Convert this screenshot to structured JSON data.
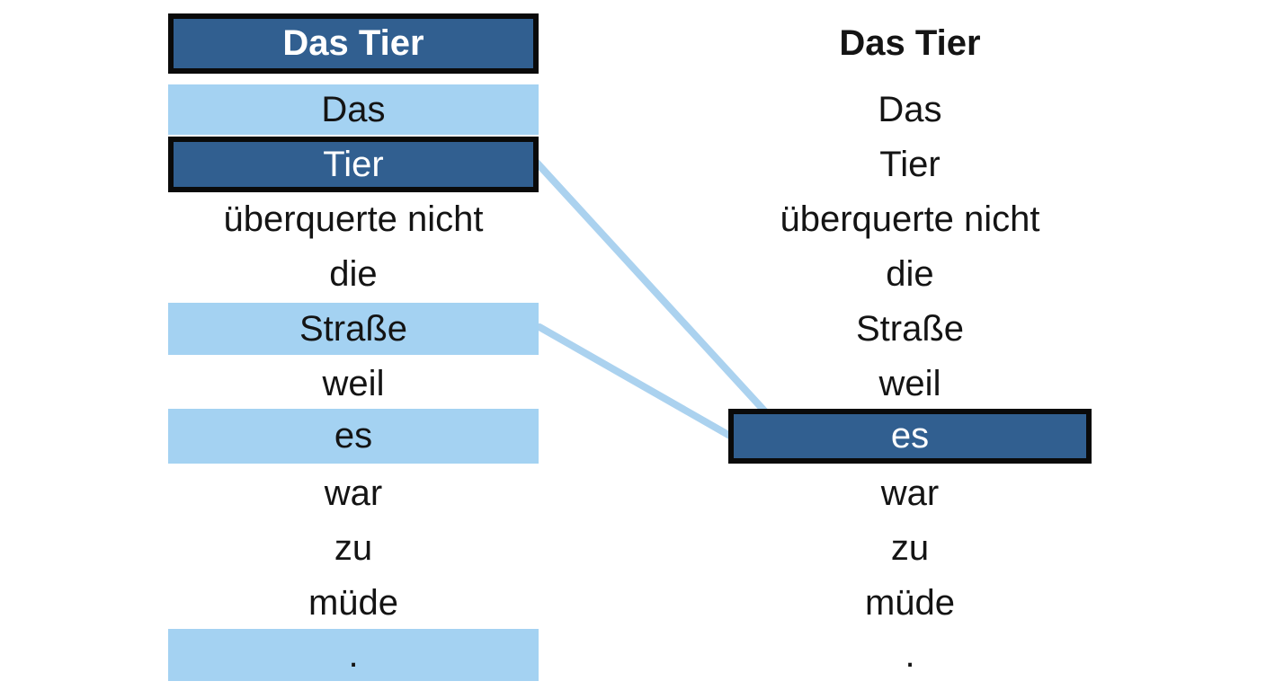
{
  "theme": {
    "background": "#ffffff",
    "dark_blue": "#315f90",
    "light_blue": "#a4d2f2",
    "line_blue": "#abd2ef",
    "box_border": "#0a0a0a",
    "text_dark": "#141414",
    "text_light": "#ffffff"
  },
  "left_column": {
    "header": {
      "text": "Das Tier",
      "highlight": "dark"
    },
    "tokens": [
      {
        "text": "Das",
        "highlight": "light"
      },
      {
        "text": "Tier",
        "highlight": "dark"
      },
      {
        "text": "überquerte nicht",
        "highlight": "none"
      },
      {
        "text": "die",
        "highlight": "none"
      },
      {
        "text": "Straße",
        "highlight": "light"
      },
      {
        "text": "weil",
        "highlight": "none"
      },
      {
        "text": "es",
        "highlight": "light"
      },
      {
        "text": "war",
        "highlight": "none"
      },
      {
        "text": "zu",
        "highlight": "none"
      },
      {
        "text": "müde",
        "highlight": "none"
      },
      {
        "text": ".",
        "highlight": "light"
      }
    ]
  },
  "right_column": {
    "header": {
      "text": "Das Tier",
      "highlight": "none"
    },
    "tokens": [
      {
        "text": "Das",
        "highlight": "none"
      },
      {
        "text": "Tier",
        "highlight": "none"
      },
      {
        "text": "überquerte nicht",
        "highlight": "none"
      },
      {
        "text": "die",
        "highlight": "none"
      },
      {
        "text": "Straße",
        "highlight": "none"
      },
      {
        "text": "weil",
        "highlight": "none"
      },
      {
        "text": "es",
        "highlight": "dark"
      },
      {
        "text": "war",
        "highlight": "none"
      },
      {
        "text": "zu",
        "highlight": "none"
      },
      {
        "text": "müde",
        "highlight": "none"
      },
      {
        "text": ".",
        "highlight": "none"
      }
    ]
  },
  "connections": [
    {
      "from": "left:Tier",
      "to": "right:es"
    },
    {
      "from": "left:Straße",
      "to": "right:es"
    }
  ]
}
